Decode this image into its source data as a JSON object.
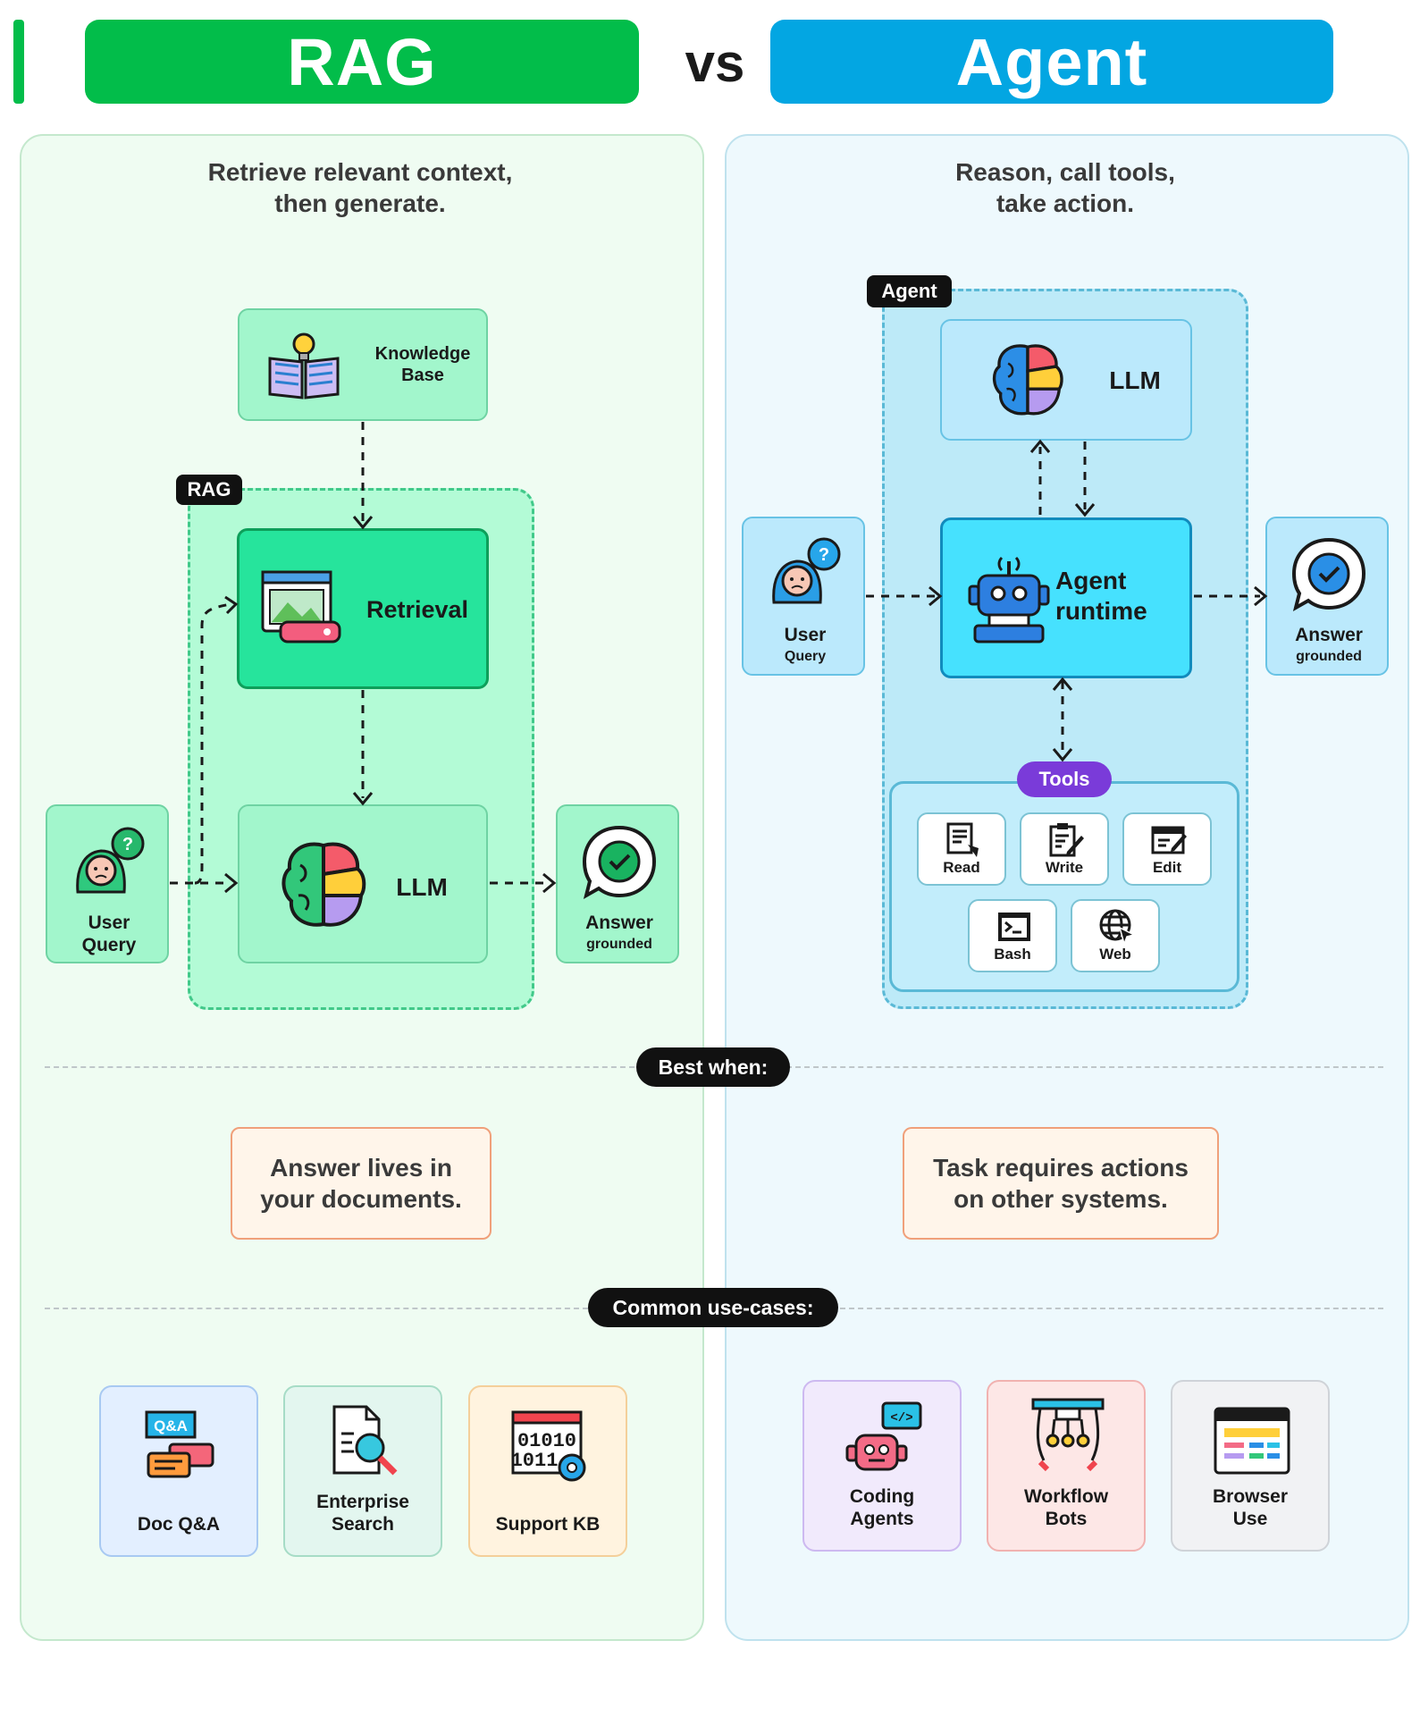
{
  "header": {
    "left_title": "RAG",
    "vs": "vs",
    "right_title": "Agent",
    "colors": {
      "rag_green": "#02bd4a",
      "agent_blue": "#03a6e2"
    }
  },
  "rag": {
    "subtitle": "Retrieve relevant context,\nthen generate.",
    "group_tag": "RAG",
    "knowledge_base": "Knowledge\nBase",
    "retrieval": "Retrieval",
    "llm": "LLM",
    "user_query": "User\nQuery",
    "answer": "Answer",
    "answer_sub": "grounded"
  },
  "agent": {
    "subtitle": "Reason, call tools,\ntake action.",
    "group_tag": "Agent",
    "llm": "LLM",
    "runtime": "Agent\nruntime",
    "user_query": "User",
    "user_query_sub": "Query",
    "answer": "Answer",
    "answer_sub": "grounded",
    "tools_tag": "Tools",
    "tools": [
      "Read",
      "Write",
      "Edit",
      "Bash",
      "Web"
    ]
  },
  "best_when": {
    "label": "Best when:",
    "rag": "Answer lives in\nyour documents.",
    "agent": "Task requires actions\non other systems."
  },
  "use_cases": {
    "label": "Common use-cases:",
    "rag": [
      "Doc Q&A",
      "Enterprise\nSearch",
      "Support KB"
    ],
    "agent": [
      "Coding\nAgents",
      "Workflow\nBots",
      "Browser\nUse"
    ]
  }
}
